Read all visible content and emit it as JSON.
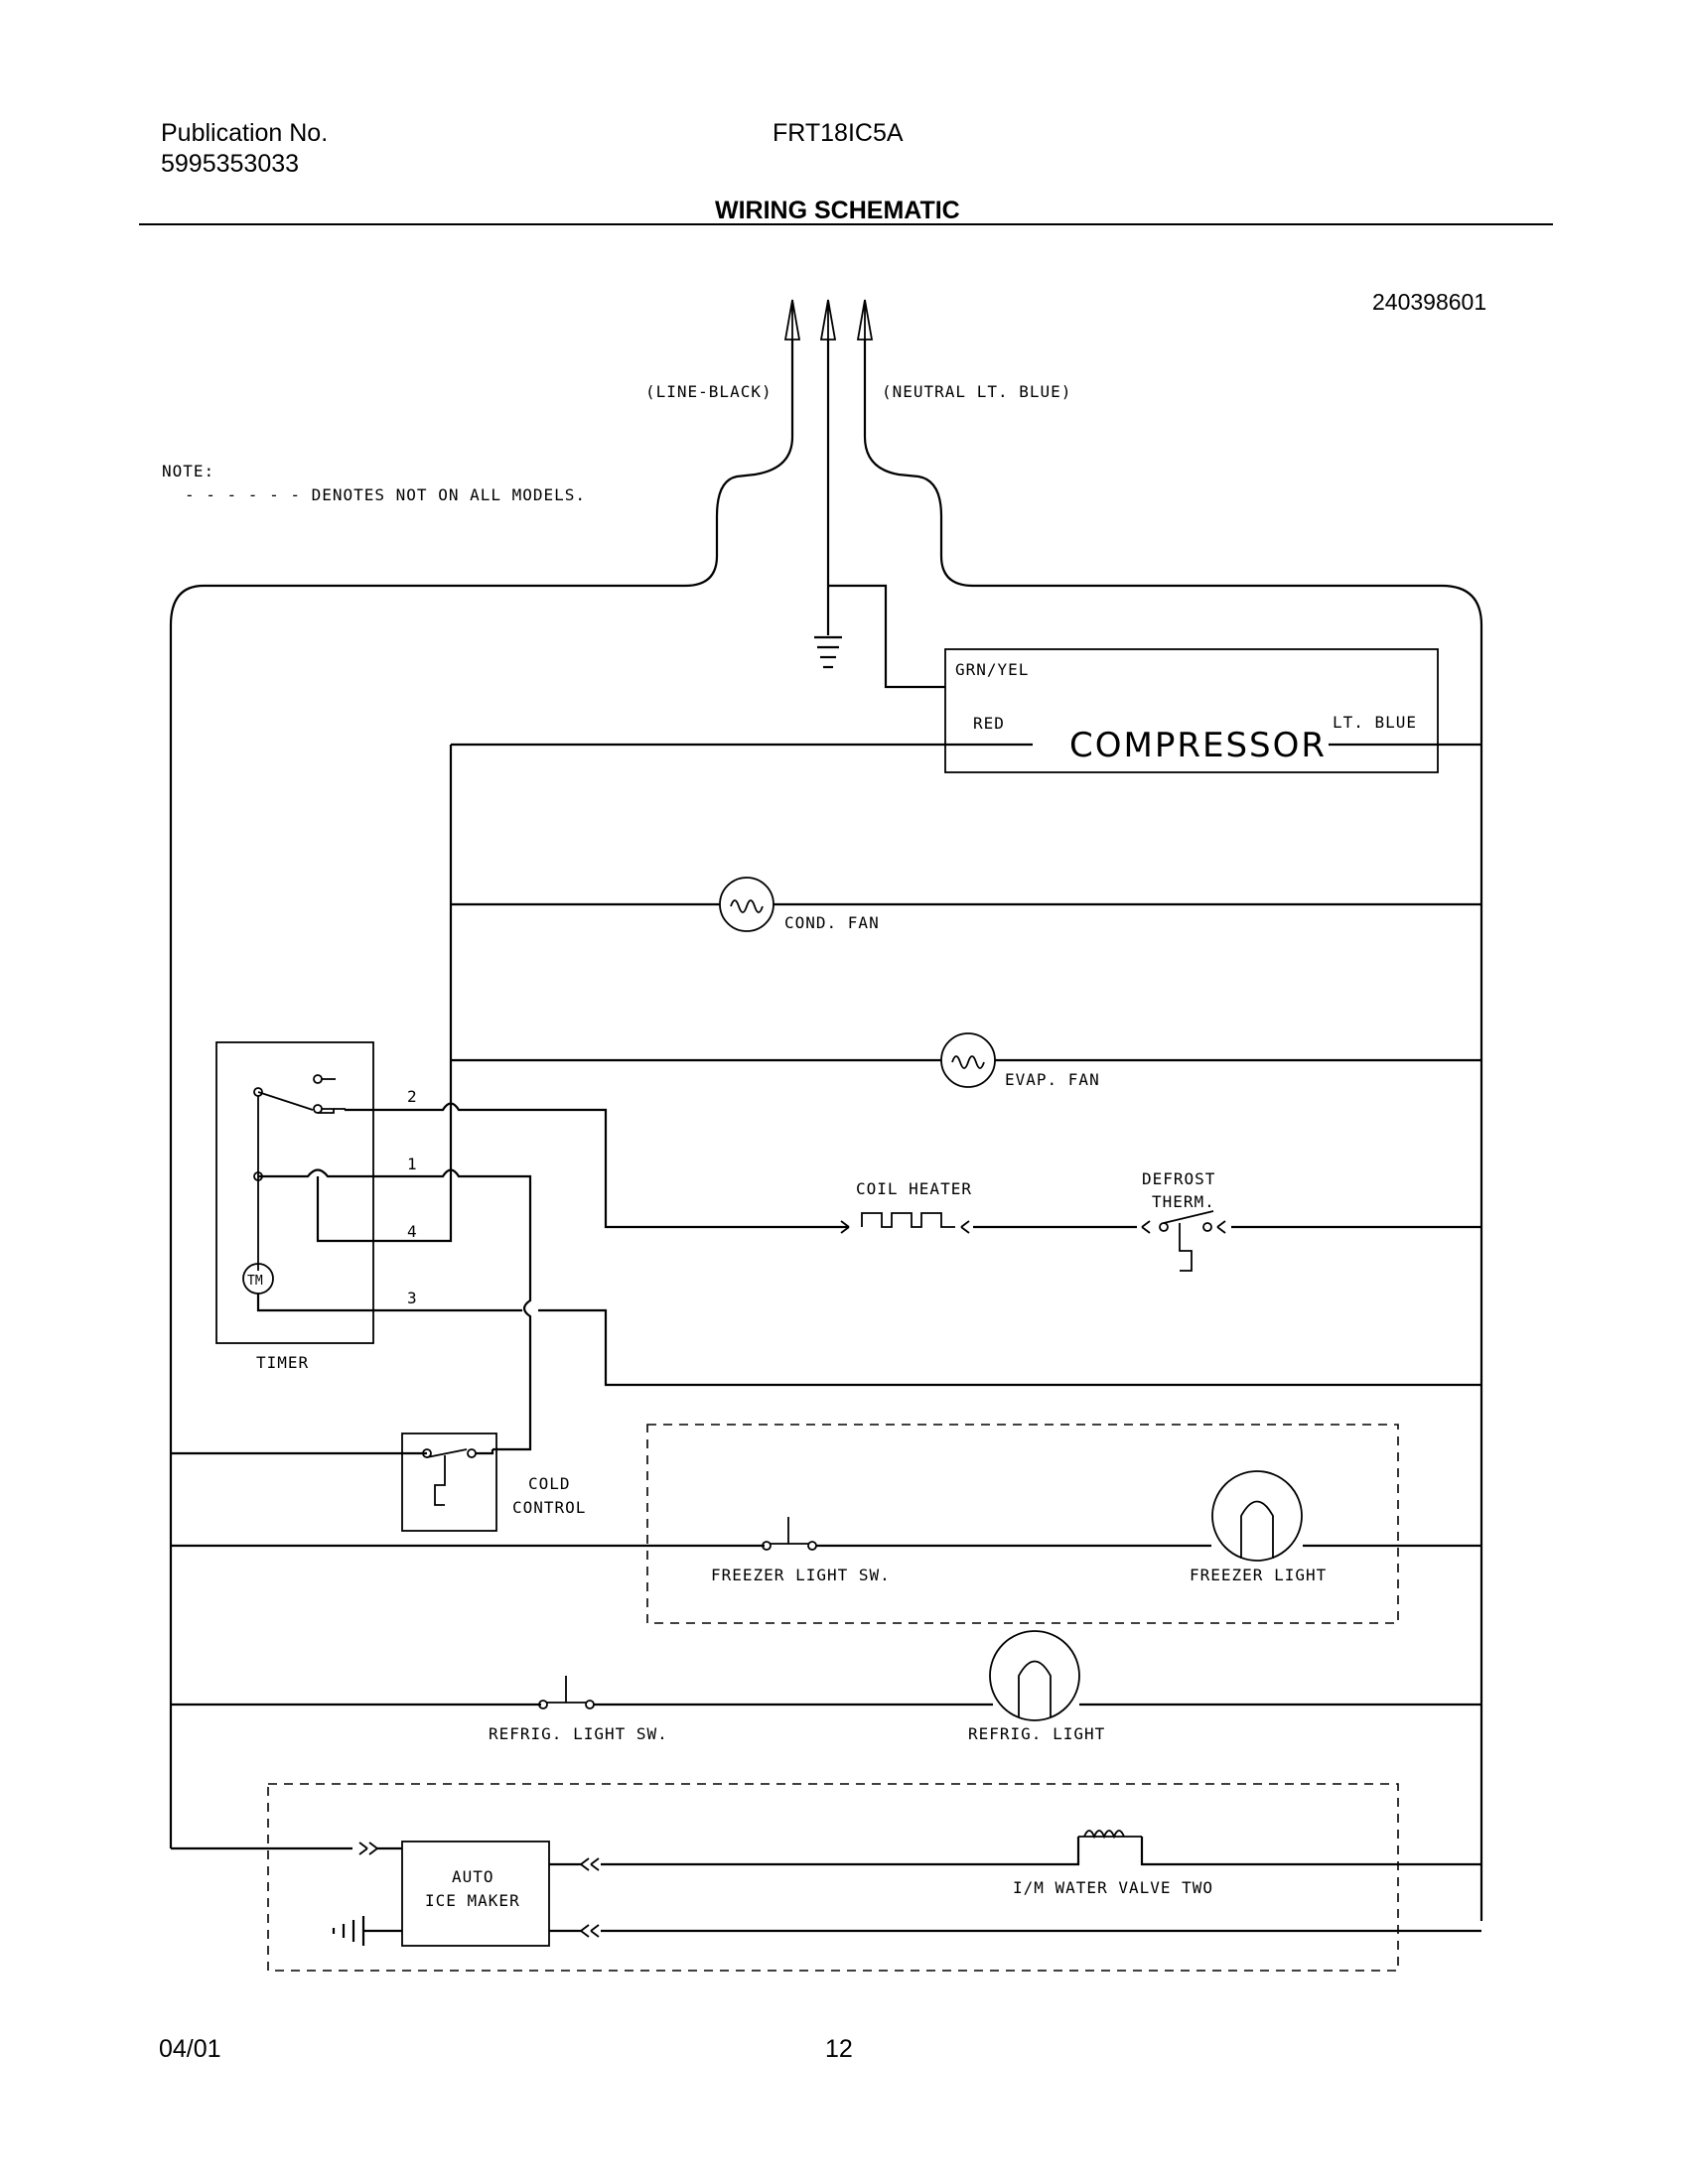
{
  "header": {
    "publication_label": "Publication No.",
    "publication_number": "5995353033",
    "model": "FRT18IC5A",
    "title": "WIRING SCHEMATIC"
  },
  "footer": {
    "date": "04/01",
    "page": "12"
  },
  "diagram": {
    "drawing_number": "240398601",
    "supply": {
      "line_label": "(LINE-BLACK)",
      "neutral_label": "(NEUTRAL LT. BLUE)"
    },
    "note": {
      "title": "NOTE:",
      "text": "- - - - - - DENOTES NOT ON ALL MODELS."
    },
    "compressor": {
      "name": "COMPRESSOR",
      "ground_lead": "GRN/YEL",
      "left_lead": "RED",
      "right_lead": "LT. BLUE"
    },
    "components": {
      "cond_fan": "COND. FAN",
      "evap_fan": "EVAP. FAN",
      "coil_heater": "COIL HEATER",
      "defrost_therm_line1": "DEFROST",
      "defrost_therm_line2": "THERM.",
      "timer": "TIMER",
      "timer_motor": "TM",
      "terminals": [
        "2",
        "1",
        "4",
        "3"
      ],
      "cold_control_line1": "COLD",
      "cold_control_line2": "CONTROL",
      "freezer_light_sw": "FREEZER LIGHT SW.",
      "freezer_light": "FREEZER LIGHT",
      "refrig_light_sw": "REFRIG. LIGHT SW.",
      "refrig_light": "REFRIG. LIGHT",
      "ice_maker_line1": "AUTO",
      "ice_maker_line2": "ICE MAKER",
      "water_valve": "I/M WATER VALVE TWO"
    }
  }
}
